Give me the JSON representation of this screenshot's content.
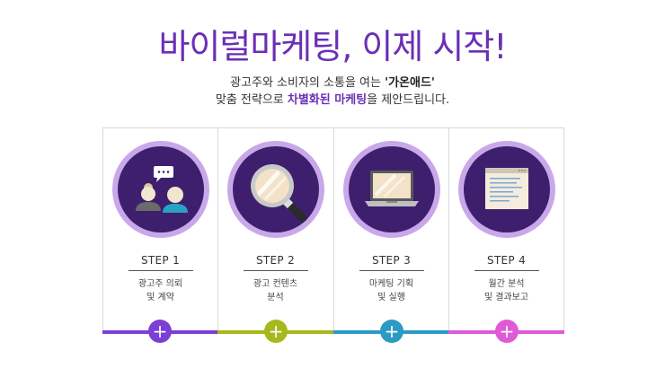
{
  "header": {
    "headline": "바이럴마케팅, 이제 시작!",
    "line1_prefix": "광고주와 소비자의 소통을 여는 ",
    "line1_brand": "'가온애드'",
    "line2_prefix": "맞춤 전략으로 ",
    "line2_highlight": "차별화된 마케팅",
    "line2_suffix": "을 제안드립니다."
  },
  "steps": [
    {
      "title": "STEP 1",
      "desc_line1": "광고주 의뢰",
      "desc_line2": "및 계약",
      "icon": "consultation-icon",
      "color": "#7b3fd4"
    },
    {
      "title": "STEP 2",
      "desc_line1": "광고 컨텐츠",
      "desc_line2": "분석",
      "icon": "magnifier-icon",
      "color": "#a6b81c"
    },
    {
      "title": "STEP 3",
      "desc_line1": "마케팅 기획",
      "desc_line2": "및 실행",
      "icon": "laptop-icon",
      "color": "#2a9bc2"
    },
    {
      "title": "STEP 4",
      "desc_line1": "월간 분석",
      "desc_line2": "및 결과보고",
      "icon": "report-window-icon",
      "color": "#e05ad6"
    }
  ],
  "plus_label": "+",
  "colors": {
    "accent": "#6a2fb5",
    "ring": "#c9a8ea",
    "disc": "#3e1f6e"
  }
}
